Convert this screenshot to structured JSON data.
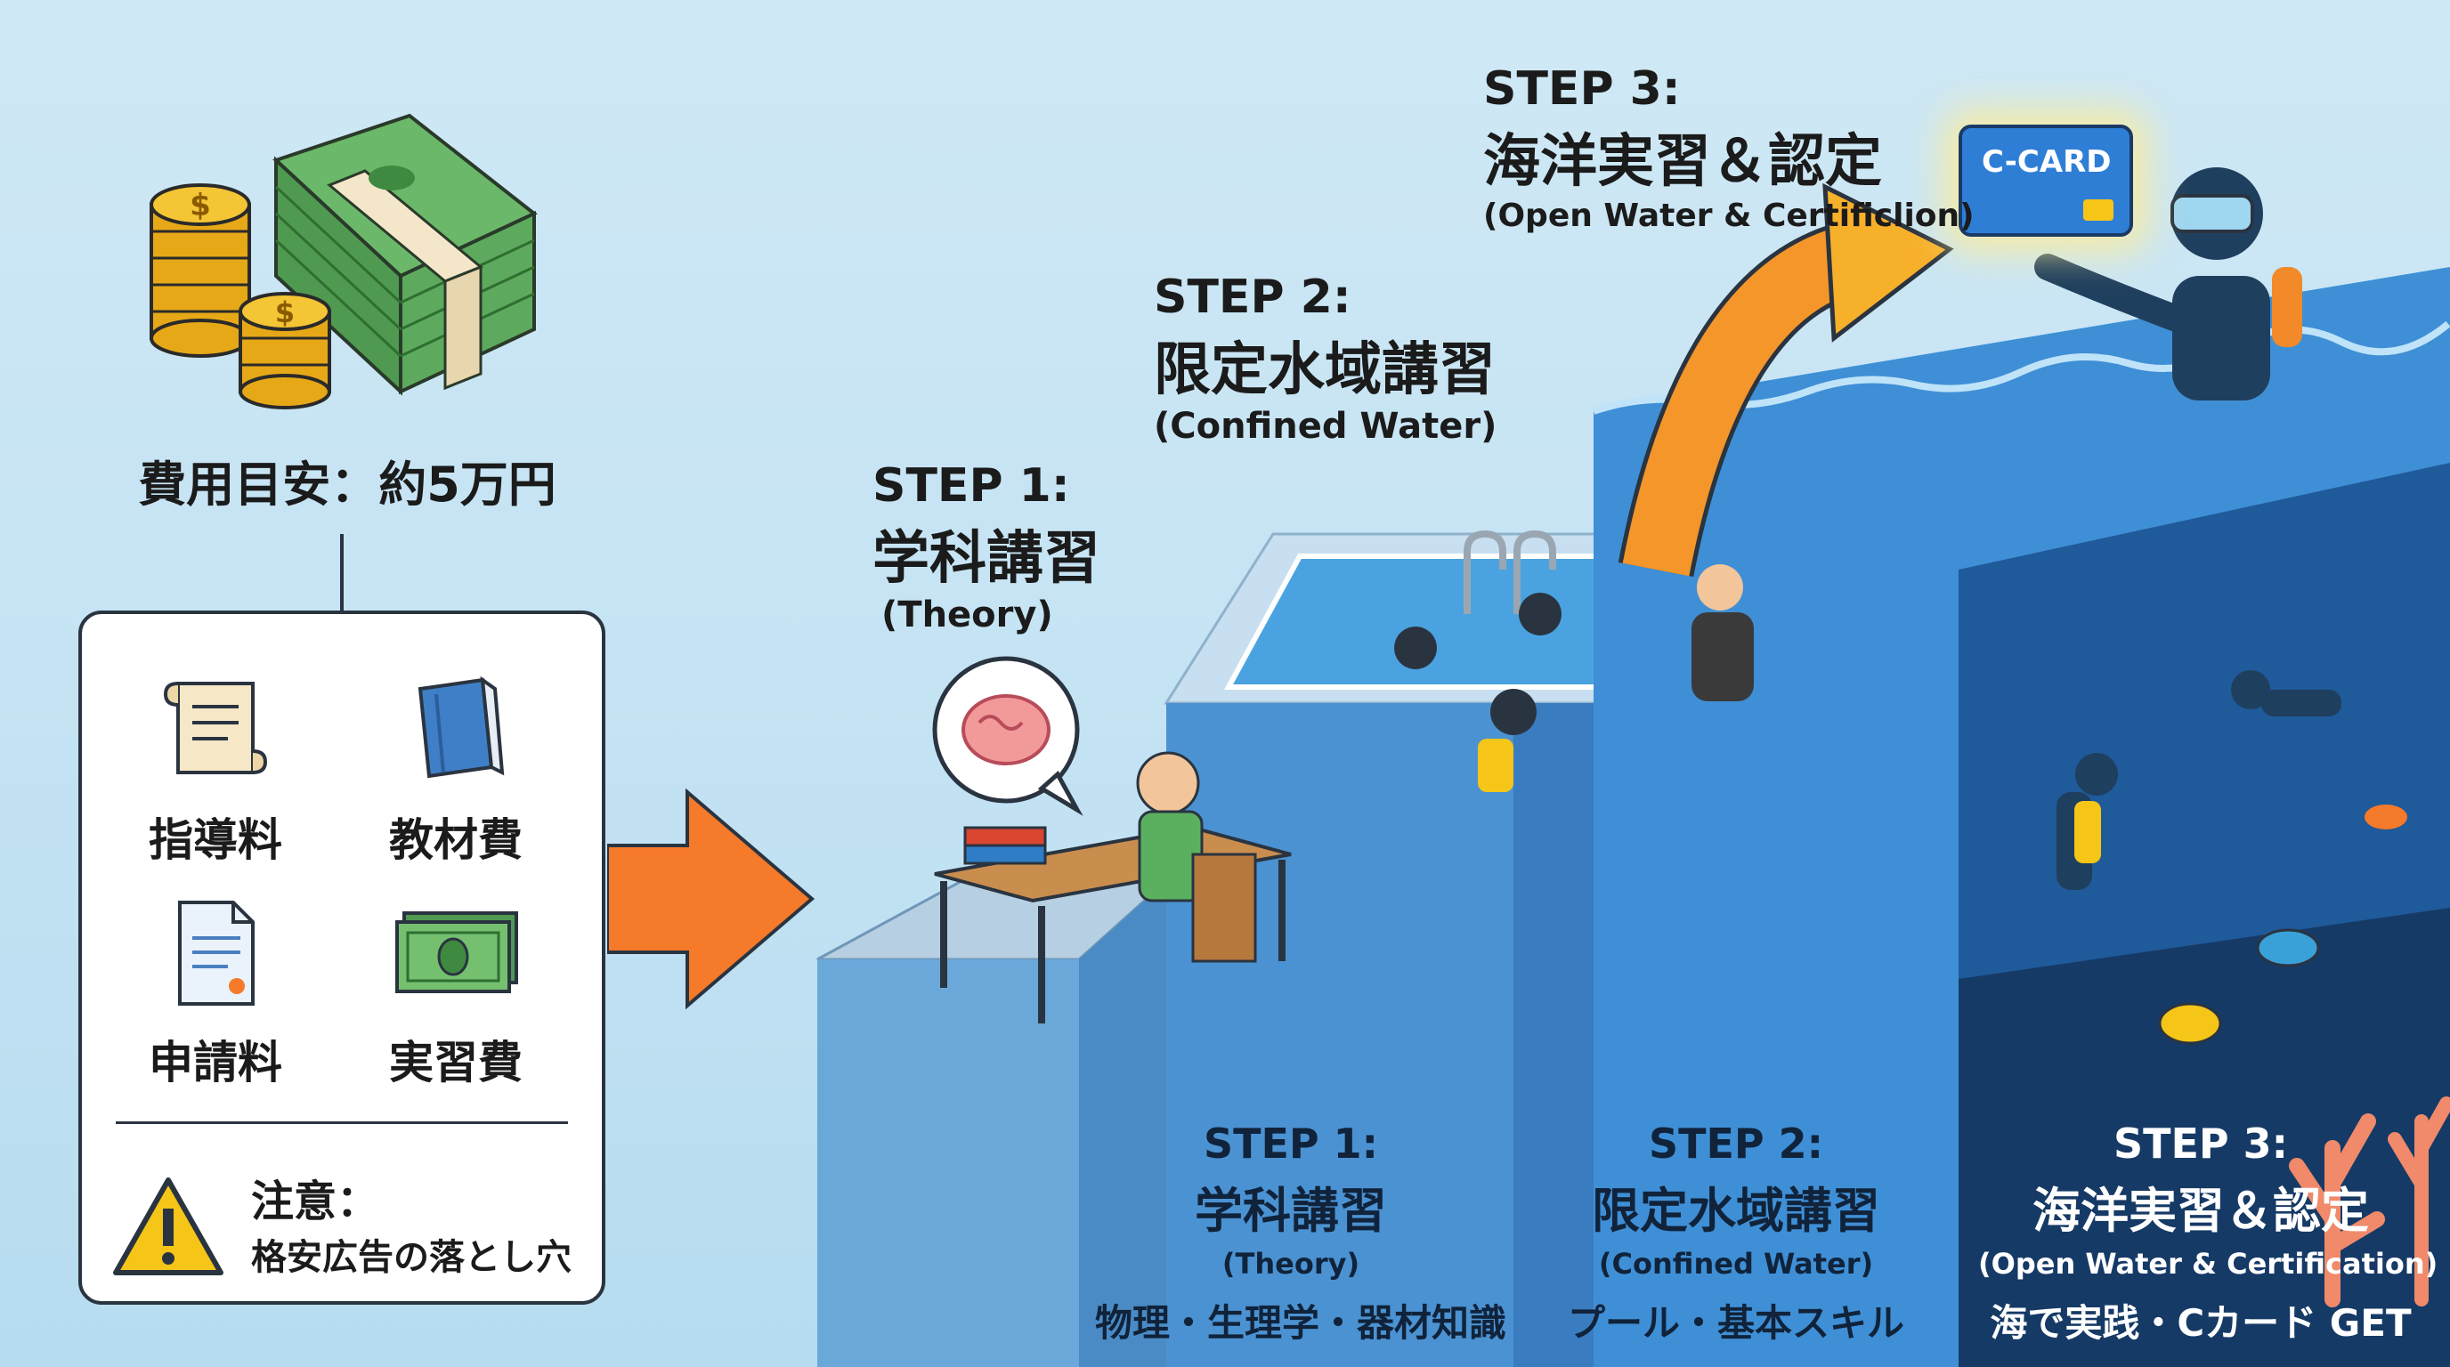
{
  "cost": {
    "title": "費用目安：約5万円",
    "items": [
      {
        "icon": "scroll-icon",
        "label": "指導料"
      },
      {
        "icon": "book-icon",
        "label": "教材費"
      },
      {
        "icon": "document-icon",
        "label": "申請料"
      },
      {
        "icon": "banknote-icon",
        "label": "実習費"
      }
    ],
    "warning": {
      "title": "注意：",
      "text": "格安広告の落とし穴"
    }
  },
  "steps_top": [
    {
      "head": "STEP 1:",
      "title": "学科講習",
      "sub": "(Theory)"
    },
    {
      "head": "STEP 2:",
      "title": "限定水域講習",
      "sub": "(Confined Water)"
    },
    {
      "head": "STEP 3:",
      "title": "海洋実習＆認定",
      "sub": "(Open Water & Certificlion)"
    }
  ],
  "steps_bottom": [
    {
      "head": "STEP 1:",
      "title": "学科講習",
      "sub": "(Theory)",
      "detail": "物理・生理学・器材知識"
    },
    {
      "head": "STEP 2:",
      "title": "限定水域講習",
      "sub": "(Confined Water)",
      "detail": "プール・基本スキル"
    },
    {
      "head": "STEP 3:",
      "title": "海洋実習＆認定",
      "sub": "(Open Water & Certification)",
      "detail": "海で実践・Cカード GET"
    }
  ],
  "card_text": "C-CARD",
  "colors": {
    "background": "#c8e5f4",
    "arrow_orange": "#f57a2a",
    "pillar1": "#5b9fd6",
    "pillar2": "#3d84c8",
    "pillar3": "#2a64a8",
    "deep_sea": "#163a66",
    "warning_yellow": "#f5c518"
  }
}
